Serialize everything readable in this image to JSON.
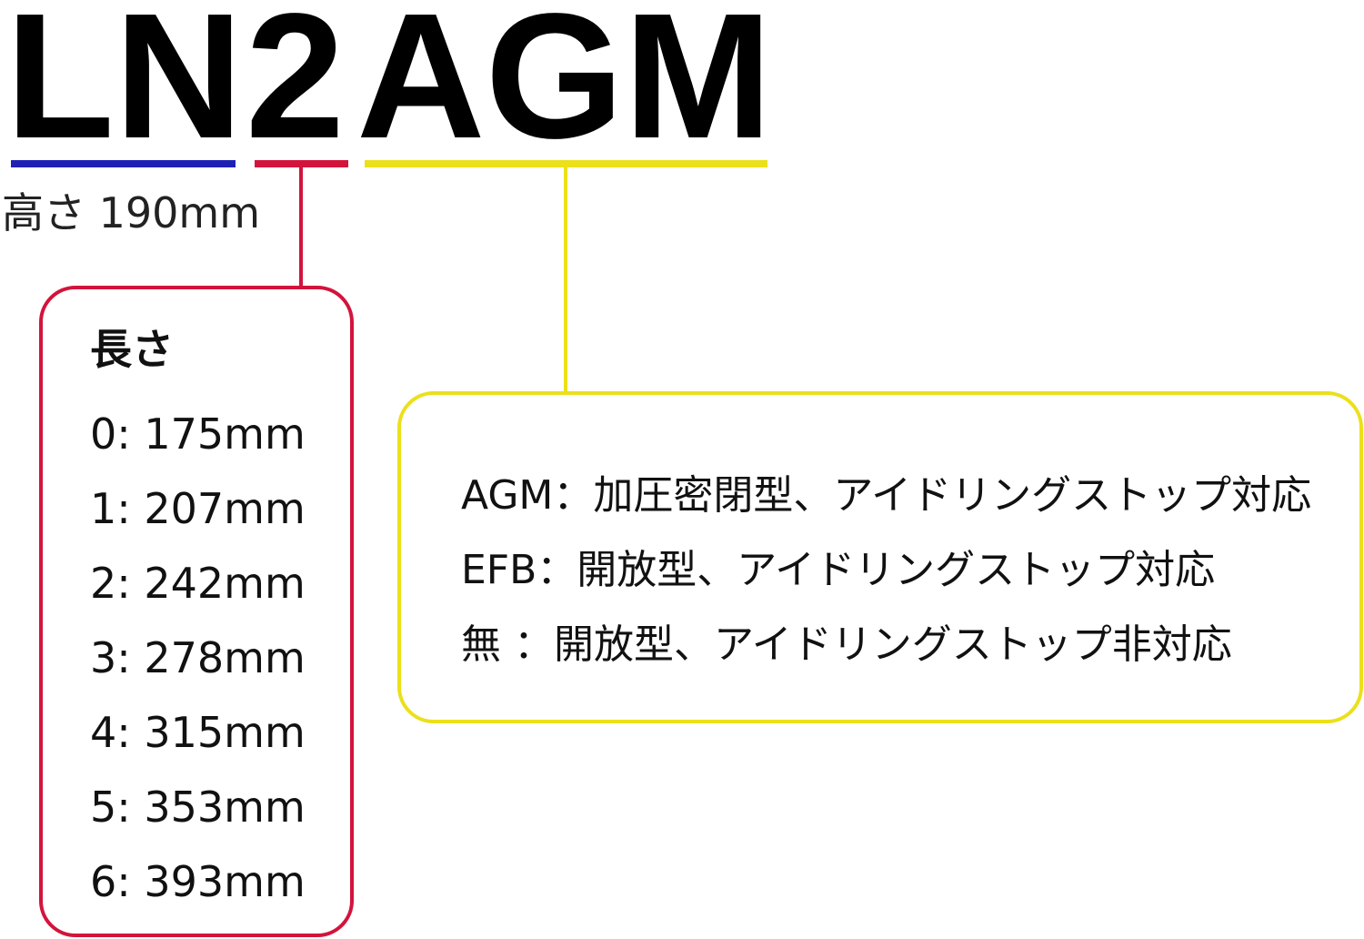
{
  "code": {
    "segments": [
      "LN",
      "2",
      "AGM"
    ]
  },
  "colors": {
    "height_segment": "#1f21b5",
    "length_segment": "#d2143c",
    "type_segment": "#ebe01a"
  },
  "height": {
    "label": "高さ 190mm"
  },
  "length": {
    "title": "長さ",
    "items": [
      "0: 175mm",
      "1: 207mm",
      "2: 242mm",
      "3: 278mm",
      "4: 315mm",
      "5: 353mm",
      "6: 393mm"
    ]
  },
  "type": {
    "items": [
      "AGM：加圧密閉型、アイドリングストップ対応",
      "EFB：開放型、アイドリングストップ対応",
      "無 ：開放型、アイドリングストップ非対応"
    ]
  }
}
